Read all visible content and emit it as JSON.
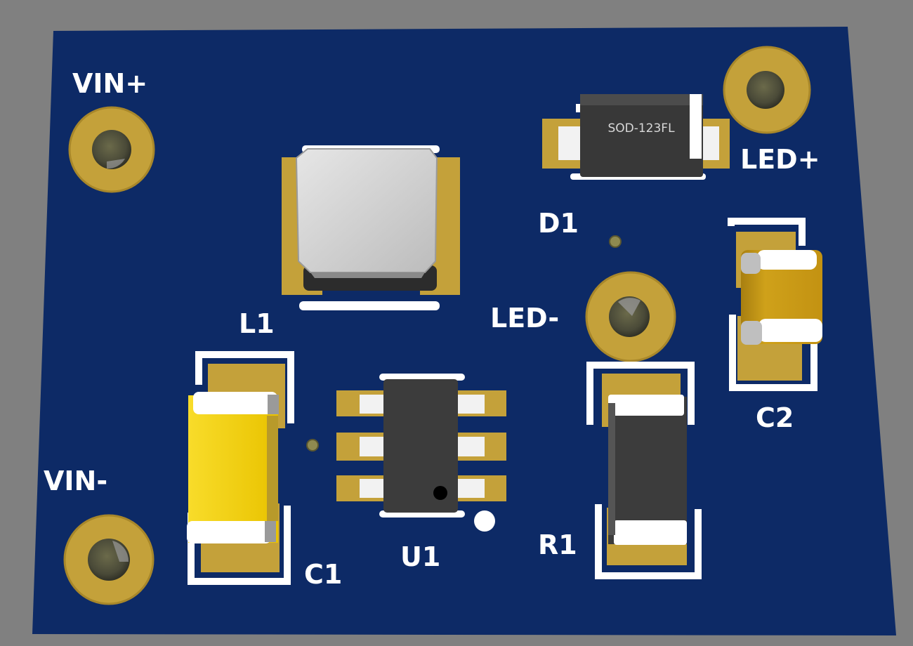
{
  "board": {
    "colors": {
      "background": "#808080",
      "soldermask": "#0d2a66",
      "pad": "#c4a13a",
      "pad_dark": "#a8872a",
      "silkscreen": "#ffffff",
      "ic_body": "#3c3c3c",
      "diode_body": "#383838",
      "c1_body": "#f6d20c",
      "c2_body": "#c89a10",
      "inductor_body": "#d6d6d6"
    },
    "connectors": {
      "vin_plus": "VIN+",
      "vin_minus": "VIN-",
      "led_plus": "LED+",
      "led_minus": "LED-"
    },
    "designators": {
      "l1": "L1",
      "d1": "D1",
      "c1": "C1",
      "c2": "C2",
      "u1": "U1",
      "r1": "R1"
    },
    "diode_marking": "SOD-123FL"
  }
}
